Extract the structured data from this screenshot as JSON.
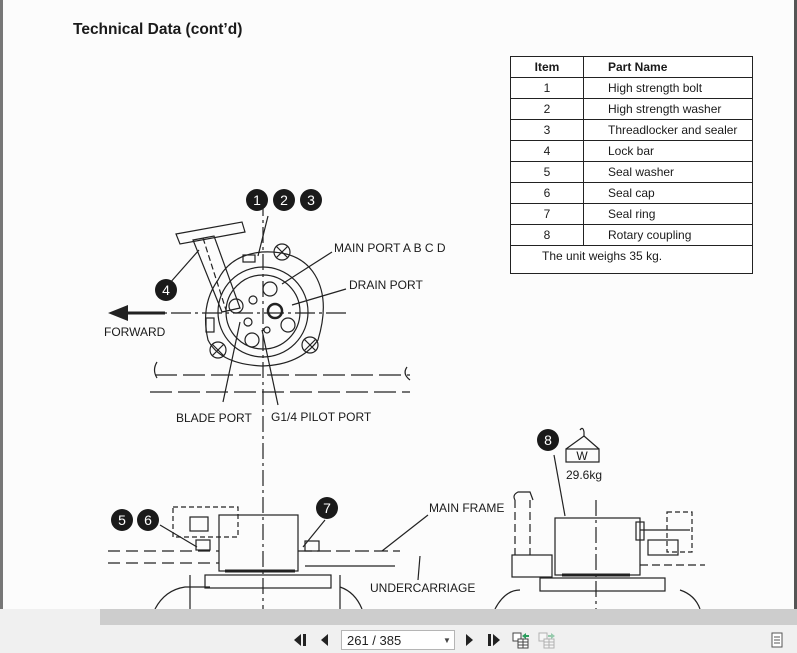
{
  "document": {
    "title": "Technical Data (cont’d)",
    "parts_table": {
      "headers": [
        "Item",
        "Part Name"
      ],
      "rows": [
        {
          "item": "1",
          "name": "High strength bolt"
        },
        {
          "item": "2",
          "name": "High strength washer"
        },
        {
          "item": "3",
          "name": "Threadlocker and sealer"
        },
        {
          "item": "4",
          "name": "Lock bar"
        },
        {
          "item": "5",
          "name": "Seal washer"
        },
        {
          "item": "6",
          "name": "Seal cap"
        },
        {
          "item": "7",
          "name": "Seal ring"
        },
        {
          "item": "8",
          "name": "Rotary coupling"
        }
      ],
      "note": "The unit weighs 35 kg."
    },
    "diagram": {
      "labels": {
        "main_port": "MAIN PORT A B C D",
        "drain_port": "DRAIN PORT",
        "forward": "FORWARD",
        "blade_port": "BLADE PORT",
        "pilot_port": "G1/4 PILOT PORT",
        "main_frame": "MAIN FRAME",
        "undercarriage": "UNDERCARRIAGE",
        "weight": "29.6kg",
        "weight_symbol": "W"
      },
      "callouts": [
        "1",
        "2",
        "3",
        "4",
        "5",
        "6",
        "7",
        "8"
      ]
    }
  },
  "toolbar": {
    "first_page": "first-page",
    "prev_page": "previous-page",
    "page_indicator": "261 / 385",
    "next_page": "next-page",
    "last_page": "last-page"
  }
}
